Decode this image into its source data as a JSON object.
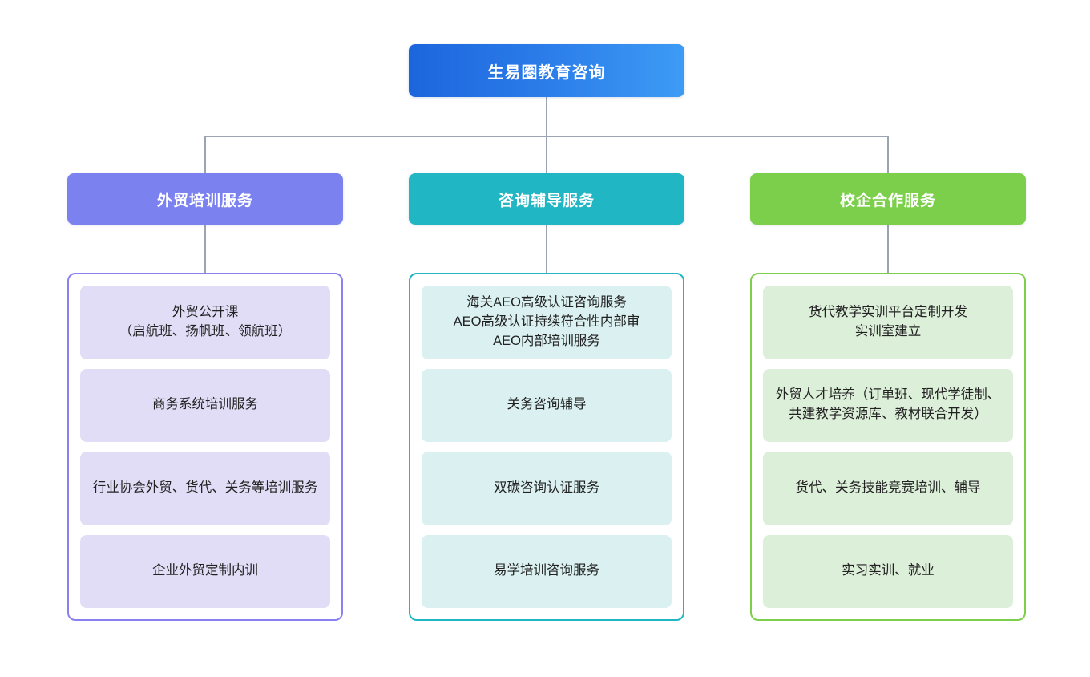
{
  "diagram": {
    "type": "organization-tree",
    "root": {
      "label": "生易圈教育咨询",
      "color": "#1c66dd",
      "gradient_to": "#3d9bf5"
    },
    "branches": [
      {
        "id": "training",
        "header": "外贸培训服务",
        "header_color": "#7b82f0",
        "border_color": "#8a80f2",
        "chip_color": "#e2ddf6",
        "items": [
          "外贸公开课\n（启航班、扬帆班、领航班）",
          "商务系统培训服务",
          "行业协会外贸、货代、关务等培训服务",
          "企业外贸定制内训"
        ]
      },
      {
        "id": "consulting",
        "header": "咨询辅导服务",
        "header_color": "#21b6c4",
        "border_color": "#21b6c4",
        "chip_color": "#daf0f1",
        "items": [
          "海关AEO高级认证咨询服务\nAEO高级认证持续符合性内部审\nAEO内部培训服务",
          "关务咨询辅导",
          "双碳咨询认证服务",
          "易学培训咨询服务"
        ]
      },
      {
        "id": "school-enterprise",
        "header": "校企合作服务",
        "header_color": "#7ccf4b",
        "border_color": "#7ccf4b",
        "chip_color": "#dcefd9",
        "items": [
          "货代教学实训平台定制开发\n实训室建立",
          "外贸人才培养（订单班、现代学徒制、共建教学资源库、教材联合开发）",
          "货代、关务技能竞赛培训、辅导",
          "实习实训、就业"
        ]
      }
    ],
    "connector_color": "#9aa4b2"
  }
}
